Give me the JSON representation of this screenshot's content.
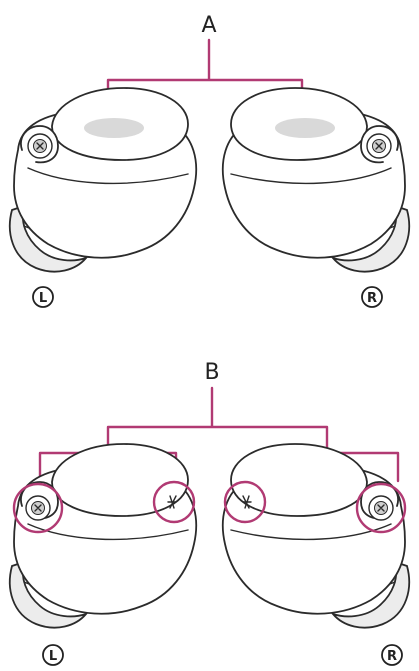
{
  "top_figure": {
    "callout": "A",
    "left_mark": "L",
    "right_mark": "R"
  },
  "bottom_figure": {
    "callout": "B",
    "left_mark": "L",
    "right_mark": "R"
  },
  "colors": {
    "callout_line": "#b13a73",
    "outline": "#2b2b2b",
    "sensor_fill": "#d9d9d9",
    "eartip_fill": "#ececec"
  }
}
